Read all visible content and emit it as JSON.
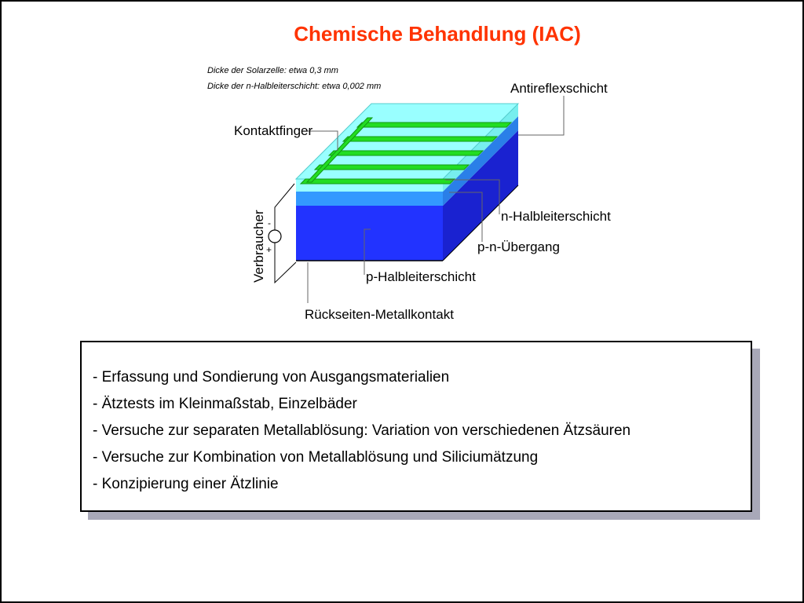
{
  "title": "Chemische Behandlung (IAC)",
  "diagram": {
    "notes": [
      "Dicke der Solarzelle: etwa 0,3 mm",
      "Dicke der n-Halbleiterschicht: etwa 0,002 mm"
    ],
    "labels": {
      "antireflex": "Antireflexschicht",
      "kontaktfinger": "Kontaktfinger",
      "verbraucher": "Verbraucher",
      "n_halbleiter": "n-Halbleiterschicht",
      "pn_uebergang": "p-n-Übergang",
      "p_halbleiter": "p-Halbleiterschicht",
      "rueckseite": "Rückseiten-Metallkontakt",
      "minus": "-",
      "plus": "+"
    },
    "colors": {
      "antireflex": "#99ffff",
      "contact": "#22dd22",
      "n_layer": "#3399ff",
      "p_layer": "#2233ff",
      "p_side": "#1a22d0"
    }
  },
  "bullets": [
    "- Erfassung und Sondierung von Ausgangsmaterialien",
    "- Ätztests im Kleinmaßstab, Einzelbäder",
    "- Versuche zur separaten Metallablösung: Variation von verschiedenen Ätzsäuren",
    "- Versuche zur Kombination von Metallablösung und Siliciumätzung",
    "- Konzipierung einer Ätzlinie"
  ],
  "colors": {
    "title": "#ff3300",
    "box_shadow": "#a8a8b8"
  }
}
